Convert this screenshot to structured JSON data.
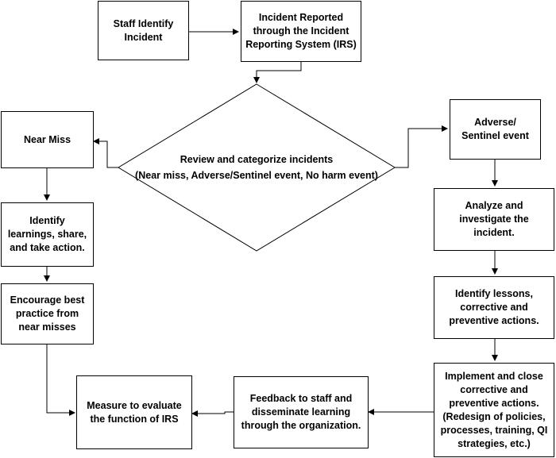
{
  "nodes": {
    "staff_identify": "Staff Identify\nIncident",
    "incident_reported": "Incident Reported\nthrough the Incident\nReporting System (IRS)",
    "review": "Review and categorize incidents\n(Near miss, Adverse/Sentinel event, No harm event)",
    "near_miss": "Near Miss",
    "adverse": "Adverse/\nSentinel event",
    "identify_learnings": "Identify\nlearnings, share,\nand take action.",
    "analyze": "Analyze and\ninvestigate the\nincident.",
    "encourage": "Encourage best\npractice from\nnear misses",
    "identify_lessons": "Identify lessons,\ncorrective and\npreventive actions.",
    "implement": "Implement and close\ncorrective and\npreventive actions.\n(Redesign of policies,\nprocesses, training, QI\nstrategies, etc.)",
    "feedback": "Feedback to staff and\ndisseminate learning\nthrough the organization.",
    "measure": "Measure to evaluate\nthe function of IRS"
  }
}
